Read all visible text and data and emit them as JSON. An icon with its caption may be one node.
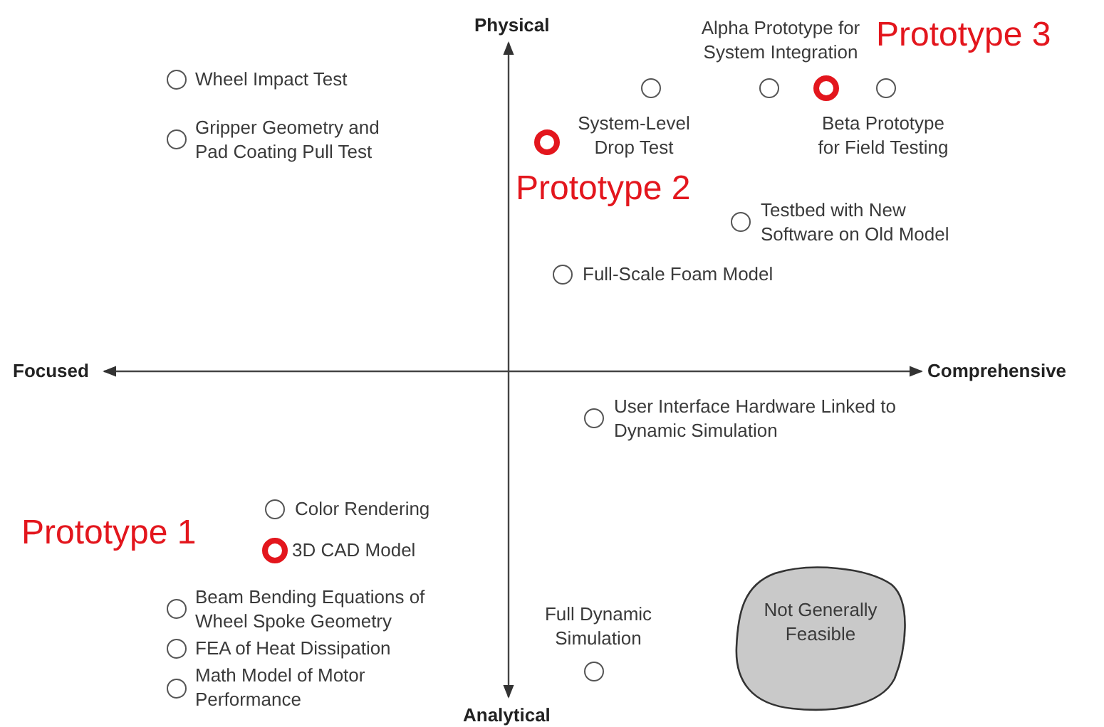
{
  "diagram": {
    "nodes": [
      {
        "text": [],
        "shape": "circle",
        "beside": [
          "Wheel Impact Test"
        ]
      },
      {
        "text": [],
        "shape": "circle",
        "beside": [
          "Gripper Geometry and Pad Coating Pull Test"
        ]
      },
      {
        "text": [],
        "shape": "circle",
        "beside": [
          "System-Level Drop Test"
        ]
      },
      {
        "text": [],
        "shape": "circle",
        "beside": [
          "Prototype 2"
        ]
      },
      {
        "text": [],
        "shape": "circle",
        "beside": [
          "Alpha Prototype for System Integration"
        ]
      },
      {
        "text": [],
        "shape": "circle"
      },
      {
        "text": [],
        "shape": "circle",
        "beside": [
          "Beta Prototype for Field Testing"
        ]
      },
      {
        "text": [],
        "shape": "circle",
        "beside": [
          "Testbed with New Software on Old Model"
        ]
      },
      {
        "text": [],
        "shape": "circle",
        "beside": [
          "Full-Scale Foam Model"
        ]
      },
      {
        "text": [],
        "shape": "circle",
        "beside": [
          "User Interface Hardware Linked to Dynamic Simulation"
        ]
      },
      {
        "text": [],
        "shape": "circle",
        "beside": [
          "Color Rendering"
        ]
      },
      {
        "text": [],
        "shape": "circle",
        "beside": [
          "3D CAD Model",
          "Prototype 1"
        ]
      },
      {
        "text": [],
        "shape": "circle",
        "beside": [
          "Beam Bending Equations of Wheel Spoke Geometry"
        ]
      },
      {
        "text": [],
        "shape": "circle",
        "beside": [
          "FEA of Heat Dissipation"
        ]
      },
      {
        "text": [],
        "shape": "circle",
        "beside": [
          "Math Model of Motor Performance"
        ]
      },
      {
        "text": [],
        "shape": "circle",
        "beside": [
          "Full Dynamic Simulation"
        ]
      },
      {
        "text": [
          "Not Generally Feasible"
        ]
      }
    ],
    "labels": [
      "Physical",
      "Prototype 3",
      "Focused",
      "Comprehensive",
      "Analytical"
    ]
  }
}
